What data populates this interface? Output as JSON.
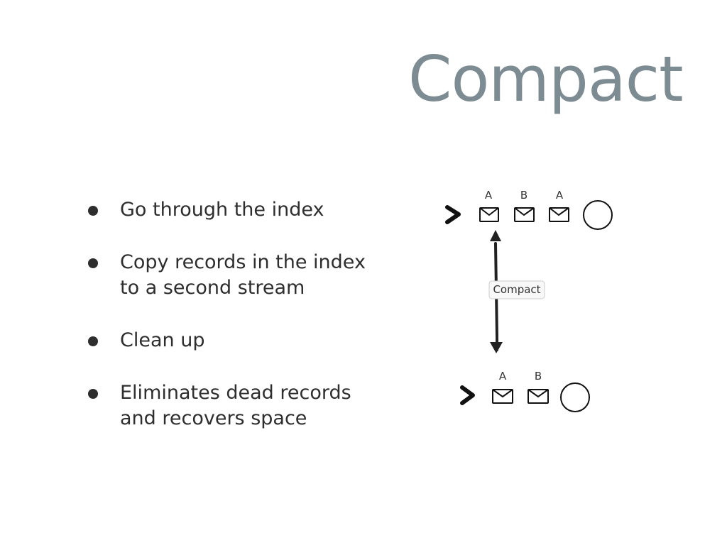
{
  "slide": {
    "title": "Compact",
    "bullets": [
      {
        "text": "Go through the index"
      },
      {
        "text": "Copy records in the index\nto a second stream"
      },
      {
        "text": "Clean up"
      },
      {
        "text": "Eliminates dead records\nand recovers space"
      }
    ]
  },
  "diagram": {
    "top_stream": {
      "pointer_icon": "chevron-right-icon",
      "records": [
        {
          "label": "A",
          "icon": "envelope-icon"
        },
        {
          "label": "B",
          "icon": "envelope-icon"
        },
        {
          "label": "A",
          "icon": "envelope-icon"
        }
      ],
      "end_icon": "circle-icon"
    },
    "arrow_label": "Compact",
    "bottom_stream": {
      "pointer_icon": "chevron-right-icon",
      "records": [
        {
          "label": "A",
          "icon": "envelope-icon"
        },
        {
          "label": "B",
          "icon": "envelope-icon"
        }
      ],
      "end_icon": "circle-icon"
    }
  }
}
